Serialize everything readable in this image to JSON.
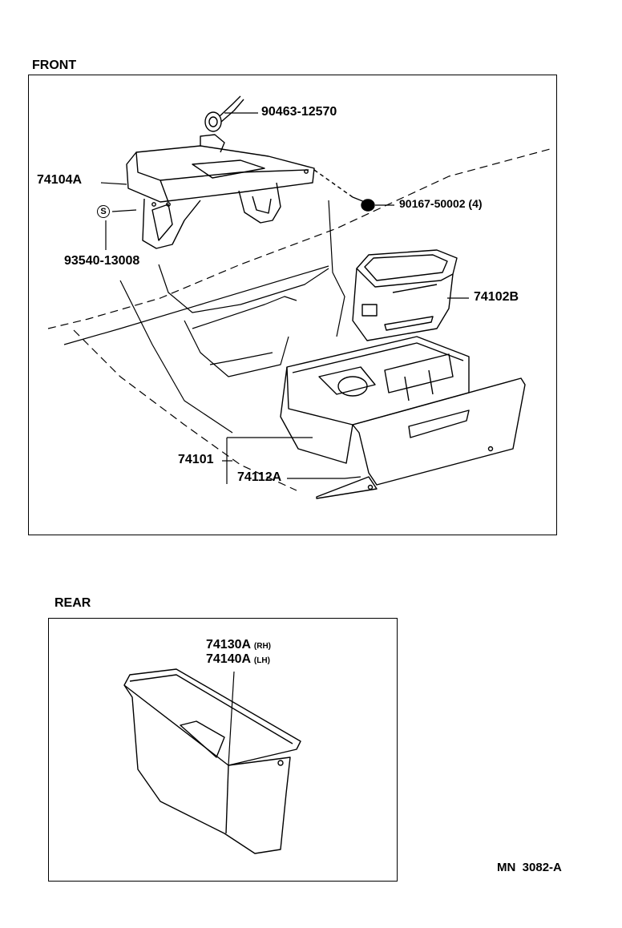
{
  "sections": {
    "front": {
      "title": "FRONT"
    },
    "rear": {
      "title": "REAR"
    }
  },
  "parts": {
    "p1": "90463-12570",
    "p2": "74104A",
    "p3": "90167-50002 (4)",
    "p4": "S",
    "p5": "93540-13008",
    "p6": "74102B",
    "p7": "74101",
    "p8": "74112A",
    "p9": "74130A",
    "p9_side": "(RH)",
    "p10": "74140A",
    "p10_side": "(LH)"
  },
  "footer": {
    "code": "MN  3082-A"
  }
}
